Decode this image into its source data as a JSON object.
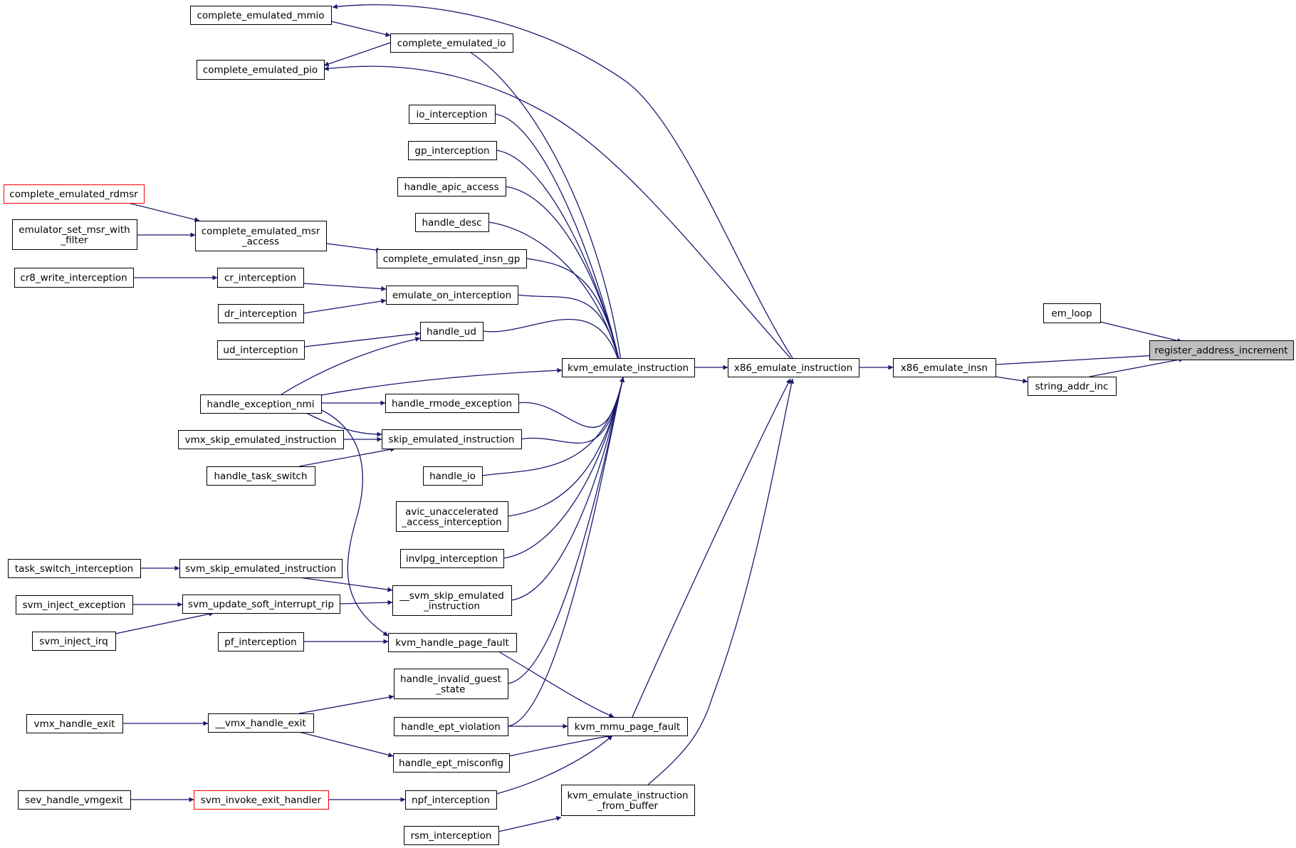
{
  "colors": {
    "edge": "#191970",
    "node_border": "#000000",
    "node_border_truncated": "#ff0000",
    "root_fill": "#bfbfbf",
    "node_fill": "#ffffff"
  },
  "nodes": [
    {
      "id": "register_address_increment",
      "lines": [
        "register_address_increment"
      ],
      "root": true
    },
    {
      "id": "em_loop",
      "lines": [
        "em_loop"
      ]
    },
    {
      "id": "x86_emulate_insn",
      "lines": [
        "x86_emulate_insn"
      ]
    },
    {
      "id": "string_addr_inc",
      "lines": [
        "string_addr_inc"
      ]
    },
    {
      "id": "x86_emulate_instruction",
      "lines": [
        "x86_emulate_instruction"
      ]
    },
    {
      "id": "kvm_emulate_instruction",
      "lines": [
        "kvm_emulate_instruction"
      ]
    },
    {
      "id": "complete_emulated_mmio",
      "lines": [
        "complete_emulated_mmio"
      ]
    },
    {
      "id": "complete_emulated_io",
      "lines": [
        "complete_emulated_io"
      ]
    },
    {
      "id": "complete_emulated_pio",
      "lines": [
        "complete_emulated_pio"
      ]
    },
    {
      "id": "io_interception",
      "lines": [
        "io_interception"
      ]
    },
    {
      "id": "gp_interception",
      "lines": [
        "gp_interception"
      ]
    },
    {
      "id": "handle_apic_access",
      "lines": [
        "handle_apic_access"
      ]
    },
    {
      "id": "complete_emulated_rdmsr",
      "lines": [
        "complete_emulated_rdmsr"
      ],
      "truncated": true
    },
    {
      "id": "handle_desc",
      "lines": [
        "handle_desc"
      ]
    },
    {
      "id": "emulator_set_msr_with_filter",
      "lines": [
        "emulator_set_msr_with",
        "_filter"
      ]
    },
    {
      "id": "complete_emulated_msr_access",
      "lines": [
        "complete_emulated_msr",
        "_access"
      ]
    },
    {
      "id": "complete_emulated_insn_gp",
      "lines": [
        "complete_emulated_insn_gp"
      ]
    },
    {
      "id": "cr8_write_interception",
      "lines": [
        "cr8_write_interception"
      ]
    },
    {
      "id": "cr_interception",
      "lines": [
        "cr_interception"
      ]
    },
    {
      "id": "emulate_on_interception",
      "lines": [
        "emulate_on_interception"
      ]
    },
    {
      "id": "dr_interception",
      "lines": [
        "dr_interception"
      ]
    },
    {
      "id": "handle_ud",
      "lines": [
        "handle_ud"
      ]
    },
    {
      "id": "ud_interception",
      "lines": [
        "ud_interception"
      ]
    },
    {
      "id": "handle_exception_nmi",
      "lines": [
        "handle_exception_nmi"
      ]
    },
    {
      "id": "handle_rmode_exception",
      "lines": [
        "handle_rmode_exception"
      ]
    },
    {
      "id": "vmx_skip_emulated_instruction",
      "lines": [
        "vmx_skip_emulated_instruction"
      ]
    },
    {
      "id": "skip_emulated_instruction",
      "lines": [
        "skip_emulated_instruction"
      ]
    },
    {
      "id": "handle_task_switch",
      "lines": [
        "handle_task_switch"
      ]
    },
    {
      "id": "handle_io",
      "lines": [
        "handle_io"
      ]
    },
    {
      "id": "avic_unaccelerated_access_interception",
      "lines": [
        "avic_unaccelerated",
        "_access_interception"
      ]
    },
    {
      "id": "invlpg_interception",
      "lines": [
        "invlpg_interception"
      ]
    },
    {
      "id": "task_switch_interception",
      "lines": [
        "task_switch_interception"
      ]
    },
    {
      "id": "svm_skip_emulated_instruction",
      "lines": [
        "svm_skip_emulated_instruction"
      ]
    },
    {
      "id": "svm_inject_exception",
      "lines": [
        "svm_inject_exception"
      ]
    },
    {
      "id": "svm_update_soft_interrupt_rip",
      "lines": [
        "svm_update_soft_interrupt_rip"
      ]
    },
    {
      "id": "__svm_skip_emulated_instruction",
      "lines": [
        "__svm_skip_emulated",
        "_instruction"
      ]
    },
    {
      "id": "svm_inject_irq",
      "lines": [
        "svm_inject_irq"
      ]
    },
    {
      "id": "pf_interception",
      "lines": [
        "pf_interception"
      ]
    },
    {
      "id": "kvm_handle_page_fault",
      "lines": [
        "kvm_handle_page_fault"
      ]
    },
    {
      "id": "handle_invalid_guest_state",
      "lines": [
        "handle_invalid_guest",
        "_state"
      ]
    },
    {
      "id": "vmx_handle_exit",
      "lines": [
        "vmx_handle_exit"
      ]
    },
    {
      "id": "__vmx_handle_exit",
      "lines": [
        "__vmx_handle_exit"
      ]
    },
    {
      "id": "handle_ept_violation",
      "lines": [
        "handle_ept_violation"
      ]
    },
    {
      "id": "kvm_mmu_page_fault",
      "lines": [
        "kvm_mmu_page_fault"
      ]
    },
    {
      "id": "handle_ept_misconfig",
      "lines": [
        "handle_ept_misconfig"
      ]
    },
    {
      "id": "sev_handle_vmgexit",
      "lines": [
        "sev_handle_vmgexit"
      ]
    },
    {
      "id": "svm_invoke_exit_handler",
      "lines": [
        "svm_invoke_exit_handler"
      ],
      "truncated": true
    },
    {
      "id": "npf_interception",
      "lines": [
        "npf_interception"
      ]
    },
    {
      "id": "kvm_emulate_instruction_from_buffer",
      "lines": [
        "kvm_emulate_instruction",
        "_from_buffer"
      ]
    },
    {
      "id": "rsm_interception",
      "lines": [
        "rsm_interception"
      ]
    }
  ],
  "edges": [
    {
      "from": "em_loop",
      "to": "register_address_increment"
    },
    {
      "from": "x86_emulate_insn",
      "to": "register_address_increment"
    },
    {
      "from": "string_addr_inc",
      "to": "register_address_increment"
    },
    {
      "from": "x86_emulate_insn",
      "to": "string_addr_inc"
    },
    {
      "from": "x86_emulate_instruction",
      "to": "x86_emulate_insn"
    },
    {
      "from": "kvm_emulate_instruction",
      "to": "x86_emulate_instruction"
    },
    {
      "from": "x86_emulate_instruction",
      "to": "complete_emulated_mmio"
    },
    {
      "from": "x86_emulate_instruction",
      "to": "complete_emulated_pio"
    },
    {
      "from": "kvm_mmu_page_fault",
      "to": "x86_emulate_instruction"
    },
    {
      "from": "kvm_emulate_instruction_from_buffer",
      "to": "x86_emulate_instruction"
    },
    {
      "from": "complete_emulated_mmio",
      "to": "complete_emulated_io"
    },
    {
      "from": "complete_emulated_io",
      "to": "complete_emulated_pio"
    },
    {
      "from": "complete_emulated_io",
      "to": "kvm_emulate_instruction"
    },
    {
      "from": "io_interception",
      "to": "kvm_emulate_instruction"
    },
    {
      "from": "gp_interception",
      "to": "kvm_emulate_instruction"
    },
    {
      "from": "handle_apic_access",
      "to": "kvm_emulate_instruction"
    },
    {
      "from": "handle_desc",
      "to": "kvm_emulate_instruction"
    },
    {
      "from": "complete_emulated_insn_gp",
      "to": "kvm_emulate_instruction"
    },
    {
      "from": "emulate_on_interception",
      "to": "kvm_emulate_instruction"
    },
    {
      "from": "handle_ud",
      "to": "kvm_emulate_instruction"
    },
    {
      "from": "handle_exception_nmi",
      "to": "kvm_emulate_instruction"
    },
    {
      "from": "handle_rmode_exception",
      "to": "kvm_emulate_instruction"
    },
    {
      "from": "skip_emulated_instruction",
      "to": "kvm_emulate_instruction"
    },
    {
      "from": "handle_io",
      "to": "kvm_emulate_instruction"
    },
    {
      "from": "avic_unaccelerated_access_interception",
      "to": "kvm_emulate_instruction"
    },
    {
      "from": "invlpg_interception",
      "to": "kvm_emulate_instruction"
    },
    {
      "from": "__svm_skip_emulated_instruction",
      "to": "kvm_emulate_instruction"
    },
    {
      "from": "handle_invalid_guest_state",
      "to": "kvm_emulate_instruction"
    },
    {
      "from": "handle_ept_violation",
      "to": "kvm_emulate_instruction"
    },
    {
      "from": "complete_emulated_rdmsr",
      "to": "complete_emulated_msr_access"
    },
    {
      "from": "emulator_set_msr_with_filter",
      "to": "complete_emulated_msr_access"
    },
    {
      "from": "complete_emulated_msr_access",
      "to": "complete_emulated_insn_gp"
    },
    {
      "from": "cr8_write_interception",
      "to": "cr_interception"
    },
    {
      "from": "cr_interception",
      "to": "emulate_on_interception"
    },
    {
      "from": "dr_interception",
      "to": "emulate_on_interception"
    },
    {
      "from": "ud_interception",
      "to": "handle_ud"
    },
    {
      "from": "handle_exception_nmi",
      "to": "handle_ud"
    },
    {
      "from": "handle_exception_nmi",
      "to": "handle_rmode_exception"
    },
    {
      "from": "handle_exception_nmi",
      "to": "skip_emulated_instruction"
    },
    {
      "from": "handle_exception_nmi",
      "to": "kvm_handle_page_fault"
    },
    {
      "from": "vmx_skip_emulated_instruction",
      "to": "skip_emulated_instruction"
    },
    {
      "from": "handle_task_switch",
      "to": "skip_emulated_instruction"
    },
    {
      "from": "task_switch_interception",
      "to": "svm_skip_emulated_instruction"
    },
    {
      "from": "svm_skip_emulated_instruction",
      "to": "__svm_skip_emulated_instruction"
    },
    {
      "from": "svm_inject_exception",
      "to": "svm_update_soft_interrupt_rip"
    },
    {
      "from": "svm_inject_irq",
      "to": "svm_update_soft_interrupt_rip"
    },
    {
      "from": "svm_update_soft_interrupt_rip",
      "to": "__svm_skip_emulated_instruction"
    },
    {
      "from": "pf_interception",
      "to": "kvm_handle_page_fault"
    },
    {
      "from": "kvm_handle_page_fault",
      "to": "kvm_mmu_page_fault"
    },
    {
      "from": "vmx_handle_exit",
      "to": "__vmx_handle_exit"
    },
    {
      "from": "__vmx_handle_exit",
      "to": "handle_invalid_guest_state"
    },
    {
      "from": "__vmx_handle_exit",
      "to": "handle_ept_misconfig"
    },
    {
      "from": "handle_ept_violation",
      "to": "kvm_mmu_page_fault"
    },
    {
      "from": "handle_ept_misconfig",
      "to": "kvm_mmu_page_fault"
    },
    {
      "from": "npf_interception",
      "to": "kvm_mmu_page_fault"
    },
    {
      "from": "sev_handle_vmgexit",
      "to": "svm_invoke_exit_handler"
    },
    {
      "from": "svm_invoke_exit_handler",
      "to": "npf_interception"
    },
    {
      "from": "rsm_interception",
      "to": "kvm_emulate_instruction_from_buffer"
    }
  ]
}
